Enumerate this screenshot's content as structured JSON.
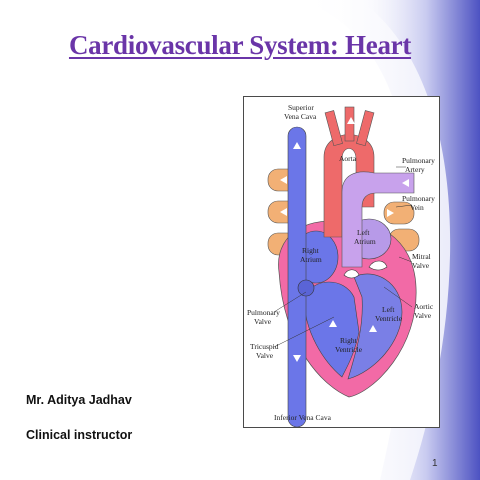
{
  "slide": {
    "title": "Cardiovascular System: Heart",
    "presenter_name": "Mr. Aditya Jadhav",
    "presenter_role": "Clinical instructor",
    "slide_number": "1"
  },
  "figure": {
    "labels": {
      "superior_vena_cava_1": "Superior",
      "superior_vena_cava_2": "Vena Cava",
      "aorta": "Aorta",
      "pulmonary_artery_1": "Pulmonary",
      "pulmonary_artery_2": "Artery",
      "pulmonary_vein_1": "Pulmonary",
      "pulmonary_vein_2": "Vein",
      "left_atrium_1": "Left",
      "left_atrium_2": "Atrium",
      "right_atrium_1": "Right",
      "right_atrium_2": "Atrium",
      "mitral_valve_1": "Mitral",
      "mitral_valve_2": "Valve",
      "pulmonary_valve_1": "Pulmonary",
      "pulmonary_valve_2": "Valve",
      "aortic_valve_1": "Aortic",
      "aortic_valve_2": "Valve",
      "left_ventricle_1": "Left",
      "left_ventricle_2": "Ventricle",
      "right_ventricle_1": "Right",
      "right_ventricle_2": "Ventricle",
      "tricuspid_valve_1": "Tricuspid",
      "tricuspid_valve_2": "Valve",
      "inferior_vena_cava": "Inferior Vena Cava"
    }
  },
  "colors": {
    "title": "#6a35a8",
    "vena_cava": "#6b76e8",
    "aorta": "#ee6a6a",
    "pulmonary_artery": "#c8a2ec",
    "pulmonary_vein": "#f2b075",
    "myocardium": "#f26aa6",
    "swoosh": "#5b5fc7"
  }
}
